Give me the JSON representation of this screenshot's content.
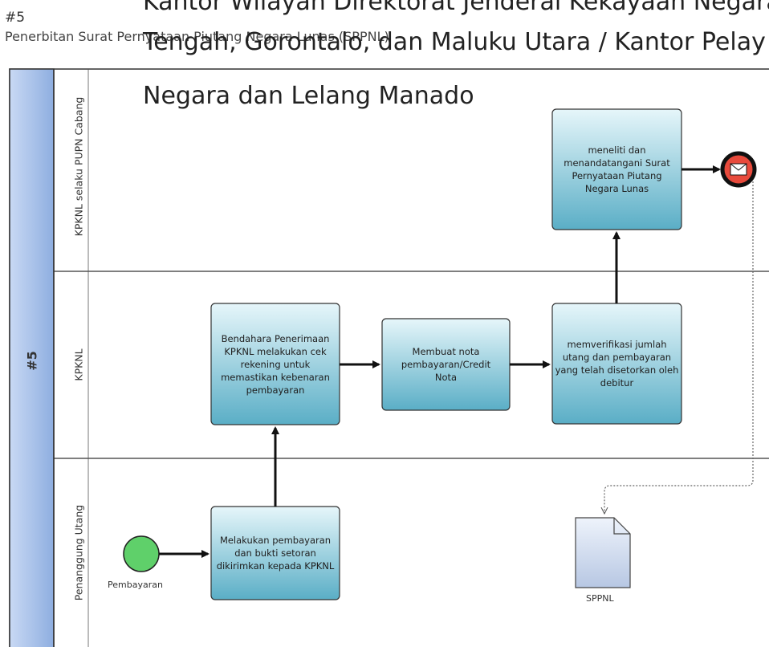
{
  "header": {
    "id": "#5",
    "subtitle": "Penerbitan Surat Pernyataan Piutang Negara Lunas (SPPNL)",
    "overlay_lines": [
      "Kantor Wilayah Direktorat Jenderal Kekayaan Negara",
      "Tengah, Gorontalo, dan Maluku Utara / Kantor Pelay",
      "Negara dan Lelang Manado"
    ]
  },
  "pool": {
    "label": "#5"
  },
  "lanes": [
    {
      "label": "KPKNL selaku PUPN Cabang"
    },
    {
      "label": "KPKNL"
    },
    {
      "label": "Penanggung Utang"
    }
  ],
  "tasks": [
    {
      "text": "meneliti dan menandatangani Surat Pernyataan Piutang Negara Lunas"
    },
    {
      "text": "Bendahara Penerimaan KPKNL melakukan cek rekening untuk memastikan kebenaran pembayaran"
    },
    {
      "text": "Membuat nota pembayaran/Credit Nota"
    },
    {
      "text": "memverifikasi jumlah utang dan pembayaran yang telah disetorkan oleh debitur"
    },
    {
      "text": "Melakukan pembayaran dan bukti setoran dikirimkan kepada KPKNL"
    }
  ],
  "start_event": {
    "label": "Pembayaran"
  },
  "document": {
    "label": "SPPNL"
  },
  "colors": {
    "task_fill_top": "#d6eef4",
    "task_fill_bottom": "#5fb1c8",
    "start_fill": "#5fd06a",
    "end_fill": "#e84a3c",
    "pool_fill": "#9fb9e6"
  }
}
